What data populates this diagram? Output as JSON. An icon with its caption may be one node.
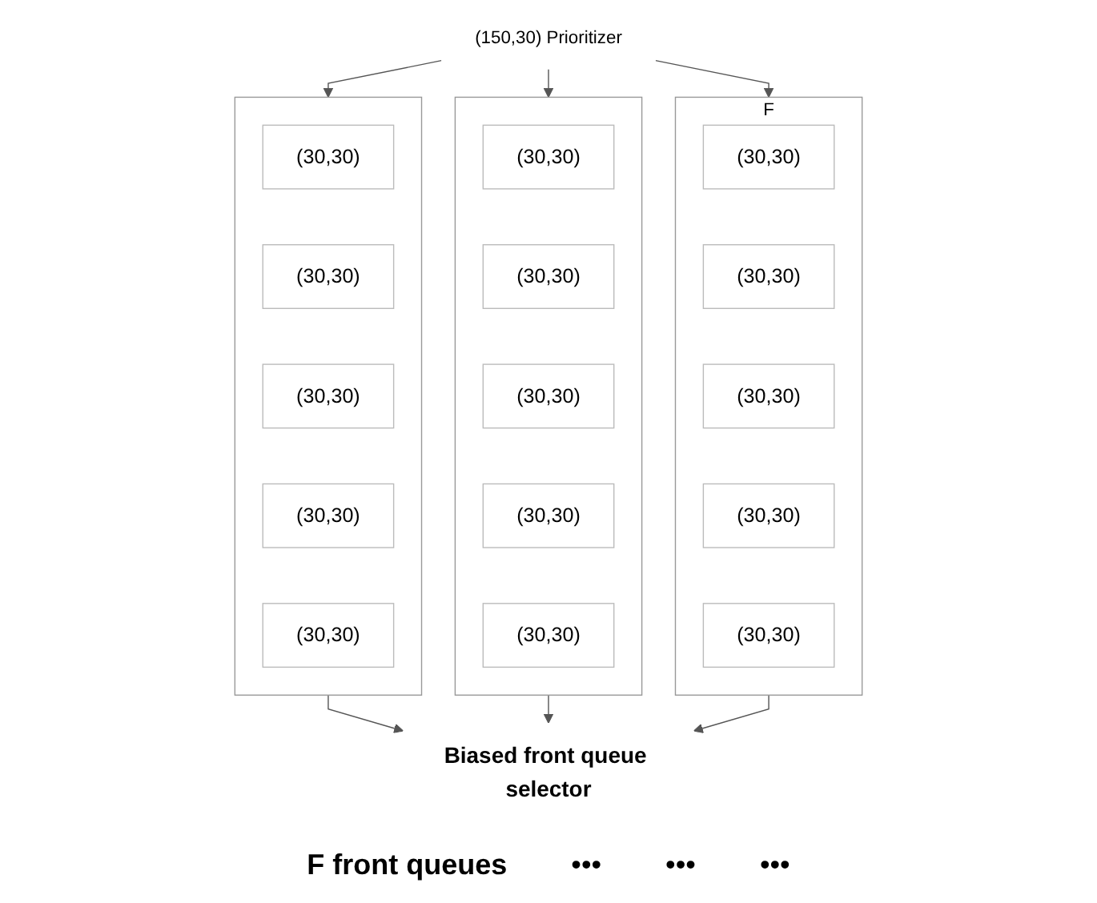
{
  "diagram": {
    "nodes": [
      {
        "text": [
          "(150,30) Prioritizer"
        ]
      },
      {
        "text": [],
        "shape": "box"
      },
      {
        "text": [
          "(30,30)"
        ],
        "in": 1
      },
      {
        "text": [
          "(30,30)"
        ],
        "in": 1
      },
      {
        "text": [
          "(30,30)"
        ],
        "in": 1
      },
      {
        "text": [
          "(30,30)"
        ],
        "in": 1
      },
      {
        "text": [
          "(30,30)"
        ],
        "in": 1
      },
      {
        "text": [],
        "shape": "box"
      },
      {
        "text": [
          "(30,30)"
        ],
        "in": 7
      },
      {
        "text": [
          "(30,30)"
        ],
        "in": 7
      },
      {
        "text": [
          "(30,30)"
        ],
        "in": 7
      },
      {
        "text": [
          "(30,30)"
        ],
        "in": 7
      },
      {
        "text": [
          "(30,30)"
        ],
        "in": 7
      },
      {
        "text": [],
        "shape": "box",
        "beside": [
          "F"
        ]
      },
      {
        "text": [
          "(30,30)"
        ],
        "in": 13
      },
      {
        "text": [
          "(30,30)"
        ],
        "in": 13
      },
      {
        "text": [
          "(30,30)"
        ],
        "in": 13
      },
      {
        "text": [
          "(30,30)"
        ],
        "in": 13
      },
      {
        "text": [
          "(30,30)"
        ],
        "in": 13
      },
      {
        "text": [
          "Biased front queue selector"
        ]
      }
    ],
    "edges": [
      {
        "from": 0,
        "to": 1,
        "arrow": "to"
      },
      {
        "from": 0,
        "to": 7,
        "arrow": "to"
      },
      {
        "from": 0,
        "to": 13,
        "arrow": "to"
      },
      {
        "from": 1,
        "to": 19,
        "arrow": "to"
      },
      {
        "from": 7,
        "to": 19,
        "arrow": "to"
      },
      {
        "from": 13,
        "to": 19,
        "arrow": "to"
      }
    ],
    "labels": [
      "F front queues",
      "•••",
      "•••",
      "•••"
    ]
  }
}
